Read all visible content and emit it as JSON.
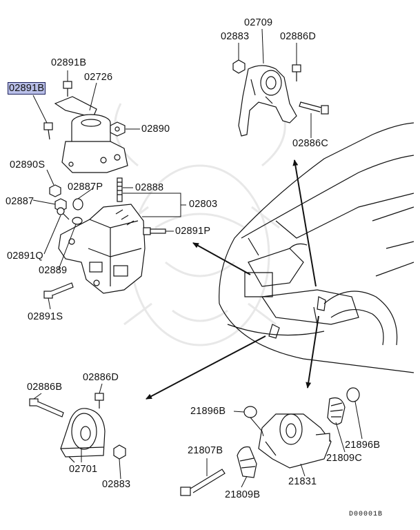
{
  "labels": {
    "top_left_02891B": "02891B",
    "top_left_02726": "02726",
    "highlighted_02891B": "02891B",
    "top_left_02890": "02890",
    "left_02890S": "02890S",
    "left_02887P": "02887P",
    "left_02888": "02888",
    "left_02887": "02887",
    "left_02803": "02803",
    "left_02891P": "02891P",
    "left_02891Q": "02891Q",
    "left_02889": "02889",
    "left_02891S": "02891S",
    "top_right_02709": "02709",
    "top_right_02883": "02883",
    "top_right_02886D": "02886D",
    "top_right_02886C": "02886C",
    "bottom_left_02886B": "02886B",
    "bottom_left_02886D": "02886D",
    "bottom_left_02701": "02701",
    "bottom_left_02883": "02883",
    "bottom_right_21896B_top": "21896B",
    "bottom_right_21807B": "21807B",
    "bottom_right_21809B": "21809B",
    "bottom_right_21831": "21831",
    "bottom_right_21809C": "21809C",
    "bottom_right_21896B_right": "21896B"
  },
  "drawing_code": "D00001B",
  "colors": {
    "line": "#111111",
    "highlight_fill": "#b9bfe8",
    "highlight_border": "#1b1f5a",
    "watermark": "#e6e6e6"
  }
}
